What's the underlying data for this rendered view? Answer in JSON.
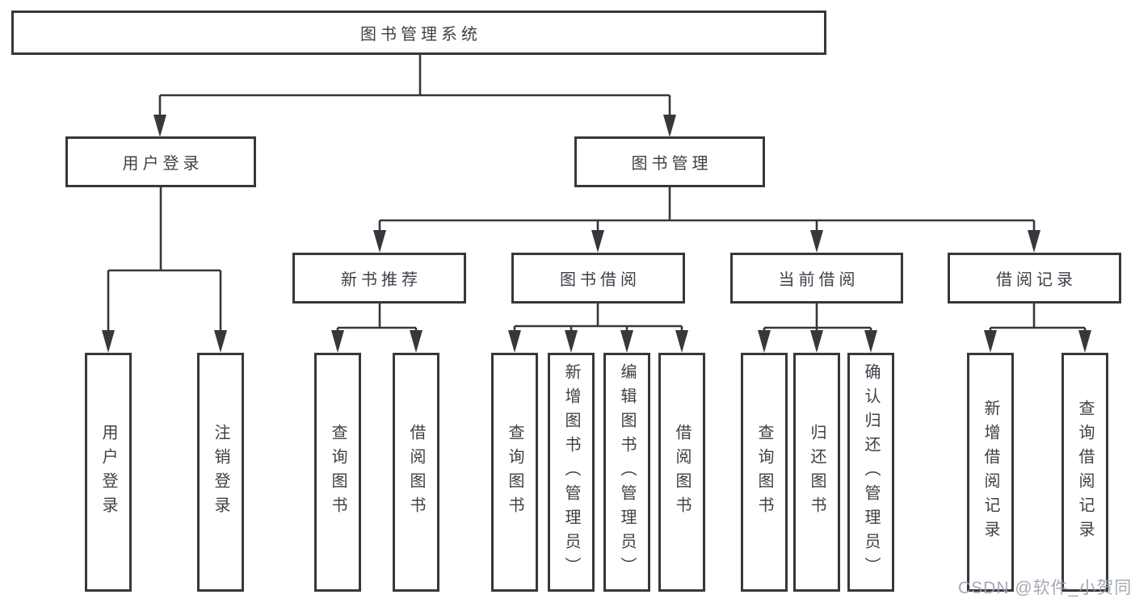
{
  "tree": {
    "root": {
      "label": "图书管理系统"
    },
    "branches": [
      {
        "label": "用户登录",
        "children": [
          {
            "label": "用户登录"
          },
          {
            "label": "注销登录"
          }
        ]
      },
      {
        "label": "图书管理",
        "children": [
          {
            "label": "新书推荐",
            "children": [
              {
                "label": "查询图书"
              },
              {
                "label": "借阅图书"
              }
            ]
          },
          {
            "label": "图书借阅",
            "children": [
              {
                "label": "查询图书"
              },
              {
                "label": "新增图书（管理员）"
              },
              {
                "label": "编辑图书（管理员）"
              },
              {
                "label": "借阅图书"
              }
            ]
          },
          {
            "label": "当前借阅",
            "children": [
              {
                "label": "查询图书"
              },
              {
                "label": "归还图书"
              },
              {
                "label": "确认归还（管理员）"
              }
            ]
          },
          {
            "label": "借阅记录",
            "children": [
              {
                "label": "新增借阅记录"
              },
              {
                "label": "查询借阅记录"
              }
            ]
          }
        ]
      }
    ]
  },
  "watermark": "CSDN @软件_小贺同学",
  "colors": {
    "line": "#35383c",
    "box_border": "#35383c",
    "box_fill": "#ffffff",
    "text": "#3d4147",
    "watermark": "#9ba1aa",
    "background": "#ffffff"
  }
}
